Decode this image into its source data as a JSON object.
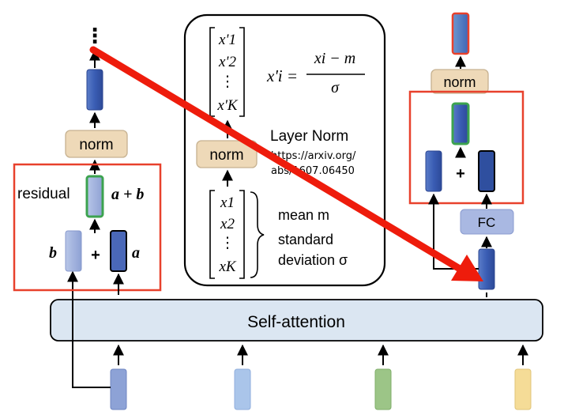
{
  "self_attention": {
    "label": "Self-attention"
  },
  "left_block": {
    "dots": "⋮",
    "norm_label": "norm",
    "residual_label": "residual",
    "sum_label": "a + b",
    "b_label": "b",
    "a_label": "a",
    "plus": "+"
  },
  "middle_panel": {
    "output_vector": [
      "x'1",
      "x'2",
      "⋮",
      "x'K"
    ],
    "formula_lhs": "x'i =",
    "formula_numerator": "xi − m",
    "formula_denominator": "σ",
    "norm_label": "norm",
    "layer_norm_title": "Layer Norm",
    "paper_link_line1": "https://arxiv.org/",
    "paper_link_line2": "abs/1607.06450",
    "input_vector": [
      "x1",
      "x2",
      "⋮",
      "xK"
    ],
    "mean_label": "mean m",
    "std_label_line1": "standard",
    "std_label_line2": "deviation σ"
  },
  "right_block": {
    "norm_label": "norm",
    "plus": "+",
    "fc_label": "FC"
  },
  "colors": {
    "red_frame": "#e8412c",
    "arrow_red": "#ee1c0c",
    "beige": "#eed9b8",
    "blue_dark": "#3e5eb0",
    "blue_light": "#a3b4de",
    "green": "#3ca34f",
    "self_attention_fill": "#dbe6f2",
    "fc_fill": "#a9b8e2",
    "input_colors": [
      "#8da2d6",
      "#aac5ea",
      "#9cc587",
      "#f5dc97"
    ]
  },
  "icons": [
    "up-arrow-icon",
    "curly-brace-icon",
    "red-diagonal-arrow-icon"
  ]
}
